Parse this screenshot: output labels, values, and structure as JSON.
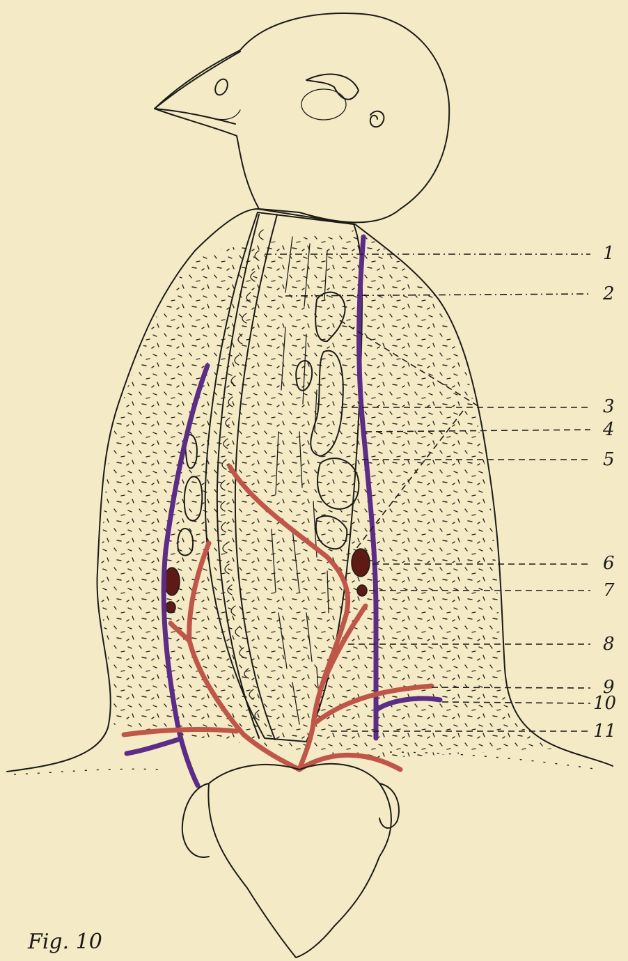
{
  "figure": {
    "caption": "Fig. 10",
    "labels": [
      "1",
      "2",
      "3",
      "4",
      "5",
      "6",
      "7",
      "8",
      "9",
      "10",
      "11"
    ]
  },
  "colors": {
    "paper": "#f4ebc6",
    "ink": "#1c1a17",
    "vein": "#5b2d86",
    "artery": "#c0564a",
    "gland": "#5e1a14"
  }
}
